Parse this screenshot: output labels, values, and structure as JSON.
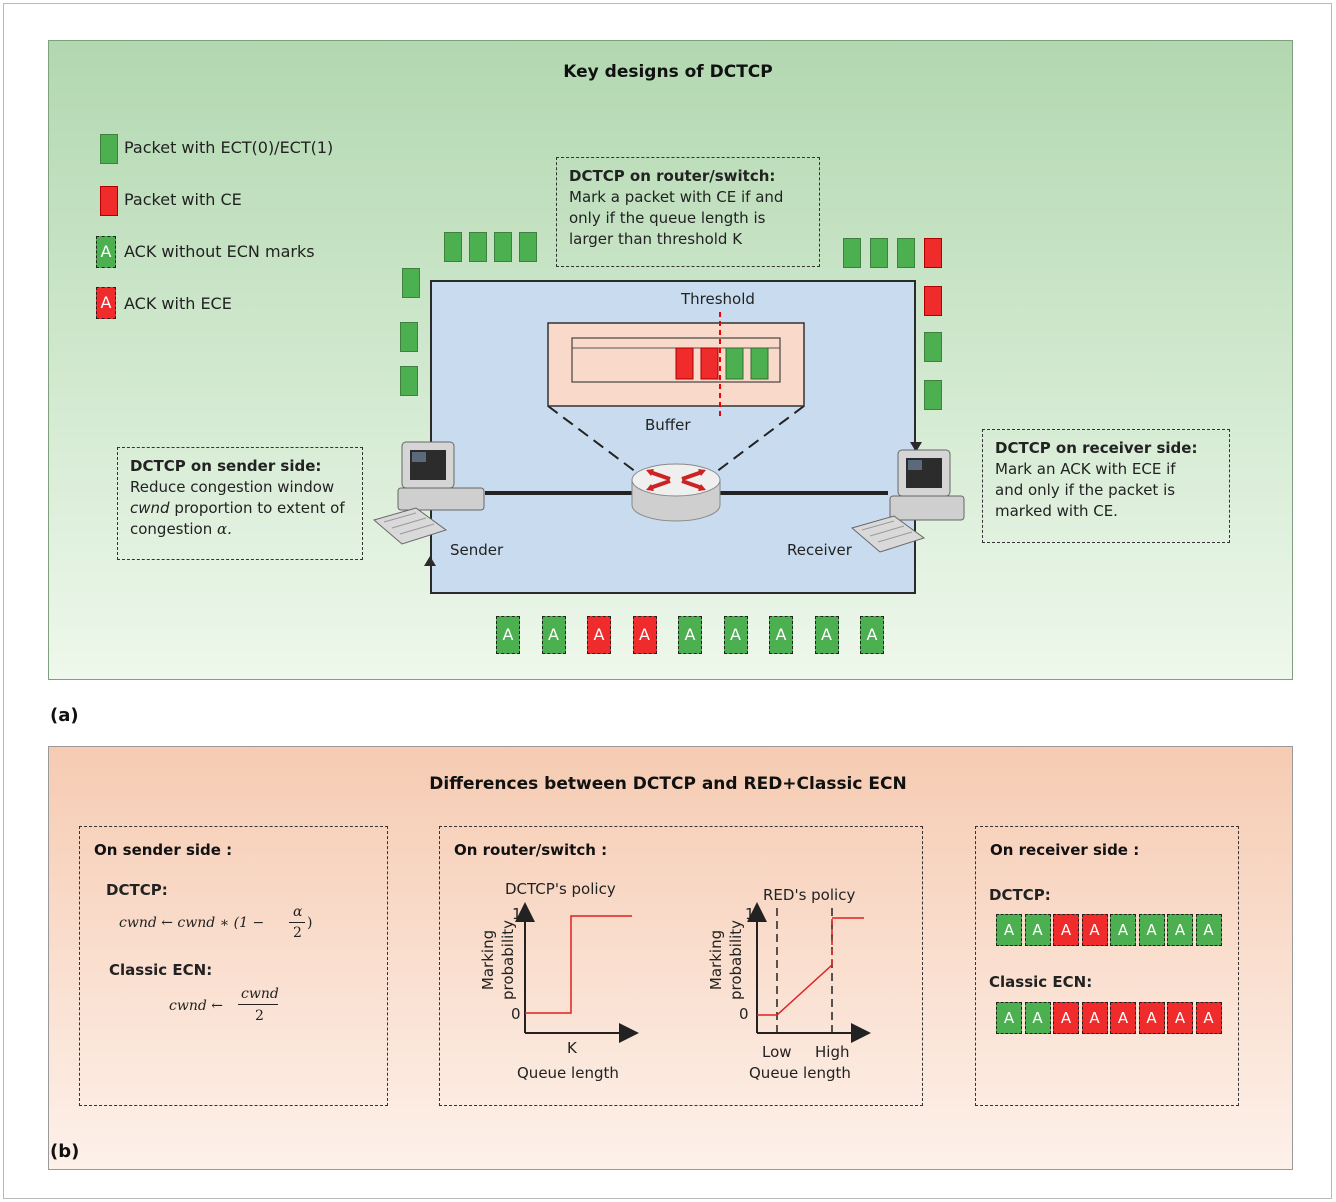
{
  "panel_a": {
    "title": "Key designs of DCTCP",
    "legend": [
      {
        "text": "Packet with ECT(0)/ECT(1)"
      },
      {
        "text": "Packet with CE"
      },
      {
        "text": "ACK without ECN marks",
        "glyph": "A"
      },
      {
        "text": "ACK with ECE",
        "glyph": "A"
      }
    ],
    "router_callout": {
      "title": "DCTCP on router/switch:",
      "lines": [
        "Mark a packet with CE if and",
        "only if the queue length is",
        "larger than threshold K"
      ]
    },
    "sender_callout": {
      "title": "DCTCP on sender side:",
      "line1": "Reduce congestion window",
      "line2_italic": "cwnd",
      "line2_rest": " proportion to extent of",
      "line3": "congestion ",
      "line3_symbol": "α."
    },
    "receiver_callout": {
      "title": "DCTCP on receiver side:",
      "lines": [
        "Mark an ACK with ECE if",
        "and only if the packet is",
        "marked with CE."
      ]
    },
    "threshold_label": "Threshold",
    "buffer_label": "Buffer",
    "sender_label": "Sender",
    "receiver_label": "Receiver",
    "ack_row": [
      "g",
      "g",
      "r",
      "r",
      "g",
      "g",
      "g",
      "g",
      "g"
    ],
    "ack_glyph": "A",
    "tag": "(a)"
  },
  "panel_b": {
    "title": "Differences between DCTCP and RED+Classic ECN",
    "sender": {
      "heading": "On sender side :",
      "dctcp_label": "DCTCP:",
      "classic_label": "Classic ECN:",
      "formula1_lhs": "cwnd ← cwnd ∗ (1 −",
      "formula1_num": "α",
      "formula1_den": "2",
      "formula1_close": ")",
      "formula2_lhs": "cwnd ←",
      "formula2_num": "cwnd",
      "formula2_den": "2"
    },
    "router": {
      "heading": "On router/switch :",
      "dctcp_policy": "DCTCP's policy",
      "red_policy": "RED's policy",
      "y_label_1": "Marking",
      "y_label_2": "probability",
      "y_one": "1",
      "y_zero": "0",
      "x_k": "K",
      "x_low": "Low",
      "x_high": "High",
      "x_label": "Queue length"
    },
    "receiver": {
      "heading": "On receiver side :",
      "dctcp_label": "DCTCP:",
      "classic_label": "Classic ECN:",
      "dctcp_acks": [
        "g",
        "g",
        "r",
        "r",
        "g",
        "g",
        "g",
        "g"
      ],
      "classic_acks": [
        "g",
        "g",
        "r",
        "r",
        "r",
        "r",
        "r",
        "r"
      ],
      "glyph": "A"
    },
    "tag": "(b)"
  },
  "colors": {
    "green_packet": "#4caf50",
    "red_packet": "#ef2b2b",
    "network_fill": "#c9dcef",
    "buffer_fill": "#f9d9c9"
  }
}
